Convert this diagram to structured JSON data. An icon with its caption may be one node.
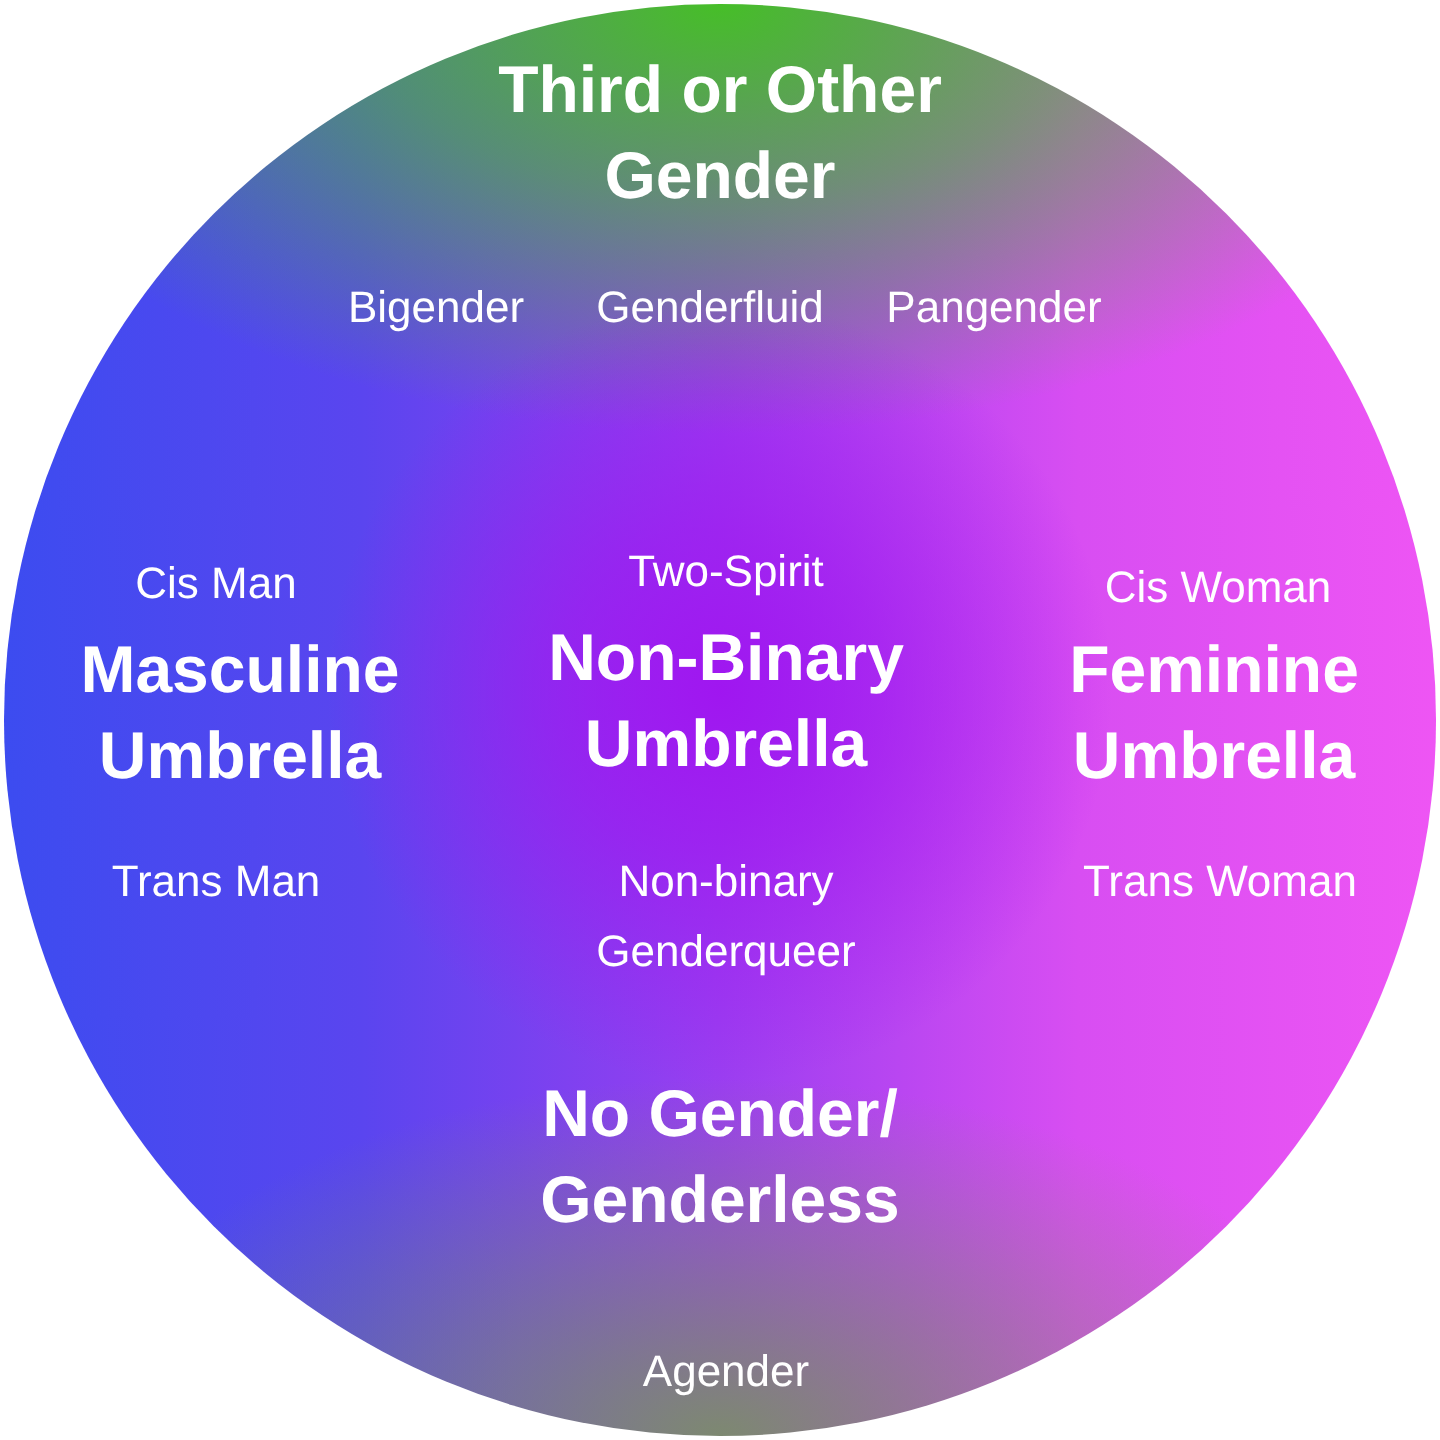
{
  "diagram": {
    "labels": [
      "Third or Other Gender",
      "Bigender",
      "Genderfluid",
      "Pangender",
      "Cis Man",
      "Two-Spirit",
      "Cis Woman",
      "Masculine Umbrella",
      "Non-Binary Umbrella",
      "Feminine Umbrella",
      "Trans Man",
      "Non-binary",
      "Genderqueer",
      "Trans Woman",
      "No Gender/ Genderless",
      "Agender"
    ]
  }
}
